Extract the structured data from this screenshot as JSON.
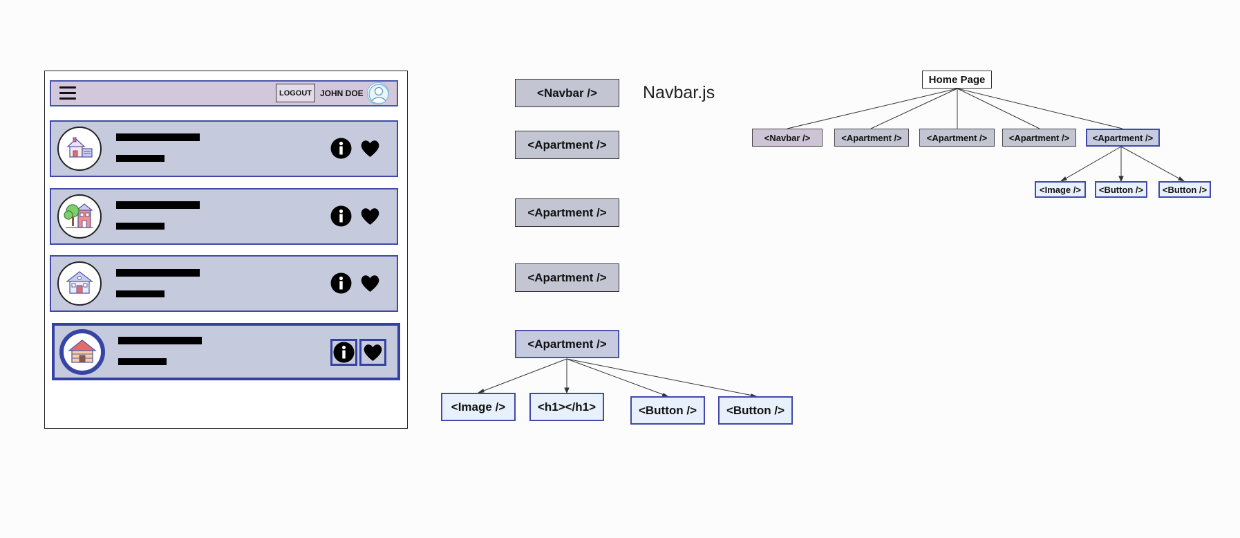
{
  "wireframe": {
    "navbar": {
      "menu_icon": "hamburger-icon",
      "logout_label": "LOGOUT",
      "user_name": "JOHN DOE",
      "avatar_icon": "user-avatar-icon"
    },
    "cards": [
      {
        "image_icon": "house-garage-icon",
        "info_icon": "info-icon",
        "favorite_icon": "heart-icon"
      },
      {
        "image_icon": "house-tree-icon",
        "info_icon": "info-icon",
        "favorite_icon": "heart-icon"
      },
      {
        "image_icon": "house-icon",
        "info_icon": "info-icon",
        "favorite_icon": "heart-icon"
      },
      {
        "image_icon": "cabin-icon",
        "info_icon": "info-icon",
        "favorite_icon": "heart-icon"
      }
    ]
  },
  "components": {
    "navbar": "<Navbar />",
    "navbar_file": "Navbar.js",
    "apartments": [
      "<Apartment />",
      "<Apartment />",
      "<Apartment />",
      "<Apartment />"
    ],
    "apartment_children": [
      "<Image />",
      "<h1></h1>",
      "<Button />",
      "<Button />"
    ]
  },
  "tree": {
    "root": "Home Page",
    "level1": [
      "<Navbar />",
      "<Apartment />",
      "<Apartment />",
      "<Apartment />",
      "<Apartment />"
    ],
    "level2": [
      "<Image />",
      "<Button />",
      "<Button />"
    ]
  },
  "colors": {
    "card_fill": "#c6cadd",
    "card_border": "#4049a8",
    "navbar_fill": "#d3c7dc",
    "leaf_fill": "#e8f1fb"
  }
}
